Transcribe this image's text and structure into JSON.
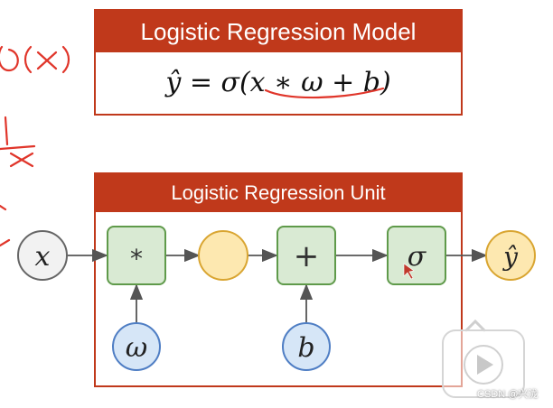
{
  "model_box": {
    "title": "Logistic Regression Model",
    "formula": "ŷ = σ(x ∗ ω + b)"
  },
  "unit_box": {
    "title": "Logistic Regression Unit"
  },
  "nodes": {
    "input_x": "x",
    "multiply_op": "*",
    "add_op": "+",
    "sigmoid_op": "σ",
    "output_y": "ŷ",
    "weight_w": "ω",
    "bias_b": "b"
  },
  "watermark": "CSDN @兴泷",
  "colors": {
    "header_red": "#c0391b",
    "op_fill": "#d9ead3",
    "op_stroke": "#5f9a4a",
    "param_fill": "#d6e6f7",
    "param_stroke": "#4f7ec4",
    "hidden_fill": "#fde8b0",
    "hidden_stroke": "#d9a531",
    "ink_red": "#e0352a"
  }
}
